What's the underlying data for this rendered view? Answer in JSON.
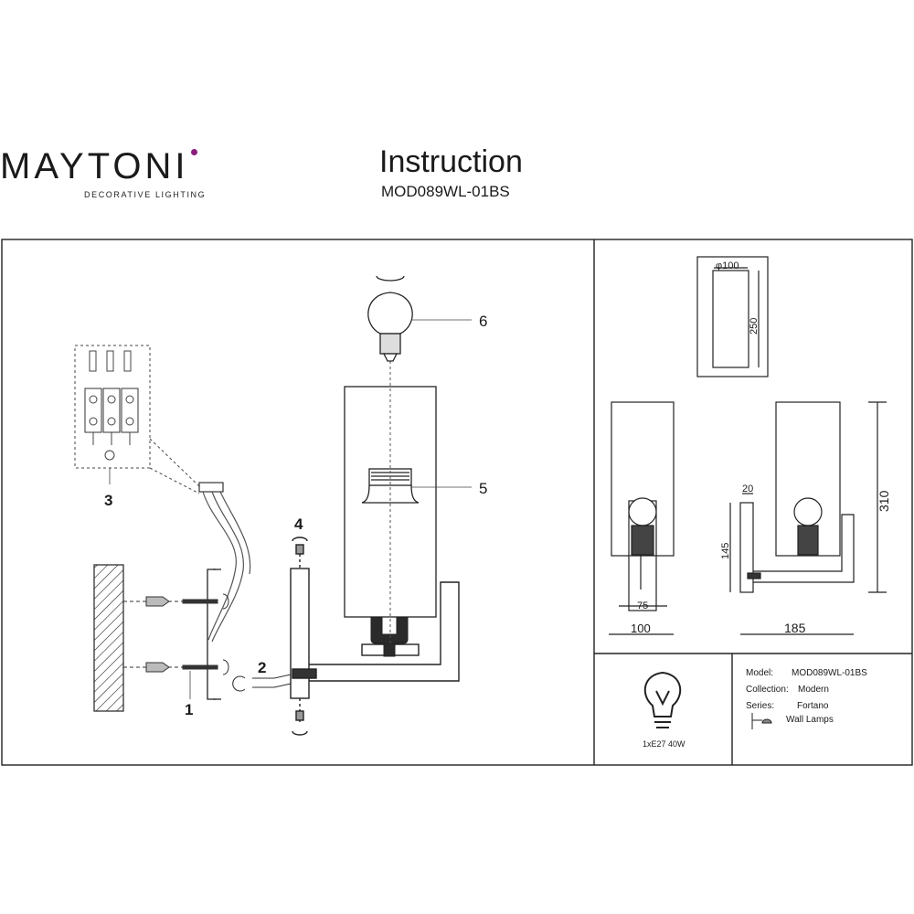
{
  "brand": {
    "name": "MAYTONI",
    "tagline": "DECORATIVE LIGHTING",
    "dot_color": "#8a1c7c"
  },
  "header": {
    "title": "Instruction",
    "model": "MOD089WL-01BS"
  },
  "assembly": {
    "callouts": [
      "1",
      "2",
      "3",
      "4",
      "5",
      "6"
    ]
  },
  "dimensions": {
    "shade_diameter": "φ100",
    "shade_height": "250",
    "wall_plate_depth": "20",
    "mount_height": "145",
    "total_height": "310",
    "base_width": "75",
    "front_width": "100",
    "projection": "185"
  },
  "specs": {
    "bulb": "1xE27 40W",
    "model_label": "Model:",
    "model_value": "MOD089WL-01BS",
    "collection_label": "Collection:",
    "collection_value": "Modern",
    "series_label": "Series:",
    "series_value": "Fortano",
    "category": "Wall Lamps"
  }
}
